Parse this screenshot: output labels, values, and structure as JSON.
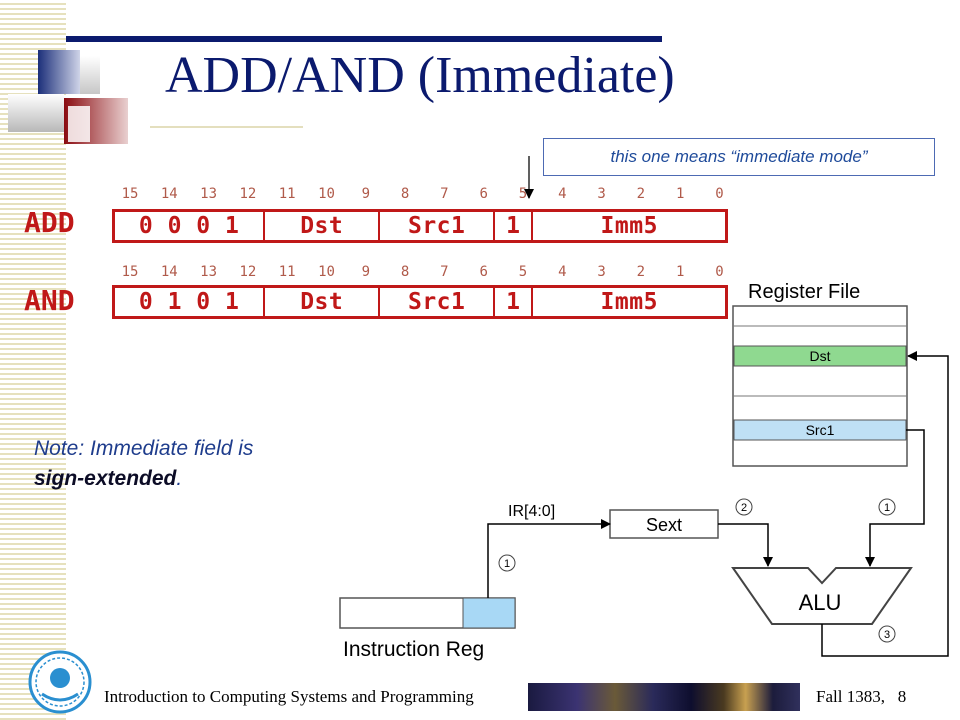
{
  "slide": {
    "title": "ADD/AND (Immediate)",
    "callout": "this one means “immediate mode”",
    "note_prefix": "Note: Immediate field is",
    "note_bold": "sign-extended",
    "note_suffix": "."
  },
  "bit_numbers": [
    "15",
    "14",
    "13",
    "12",
    "11",
    "10",
    "9",
    "8",
    "7",
    "6",
    "5",
    "4",
    "3",
    "2",
    "1",
    "0"
  ],
  "instructions": [
    {
      "opname": "ADD",
      "fields": [
        {
          "label": "0 0 0 1",
          "span": 4
        },
        {
          "label": "Dst",
          "span": 3
        },
        {
          "label": "Src1",
          "span": 3
        },
        {
          "label": "1",
          "span": 1
        },
        {
          "label": "Imm5",
          "span": 5
        }
      ]
    },
    {
      "opname": "AND",
      "fields": [
        {
          "label": "0 1 0 1",
          "span": 4
        },
        {
          "label": "Dst",
          "span": 3
        },
        {
          "label": "Src1",
          "span": 3
        },
        {
          "label": "1",
          "span": 1
        },
        {
          "label": "Imm5",
          "span": 5
        }
      ]
    }
  ],
  "datapath": {
    "register_file_label": "Register File",
    "dst_label": "Dst",
    "src1_label": "Src1",
    "ir_slice_label": "IR[4:0]",
    "sext_label": "Sext",
    "alu_label": "ALU",
    "instruction_reg_label": "Instruction Reg",
    "steps": [
      "1",
      "2",
      "1",
      "3"
    ]
  },
  "footer": {
    "course": "Introduction to Computing Systems and Programming",
    "term": "Fall 1383,",
    "page": "8"
  },
  "colors": {
    "title": "#0b1a6e",
    "instruction_red": "#c01818",
    "dst_green": "#8fd990",
    "src1_blue": "#bfe0f5",
    "ir_field_blue": "#a8d8f5"
  }
}
